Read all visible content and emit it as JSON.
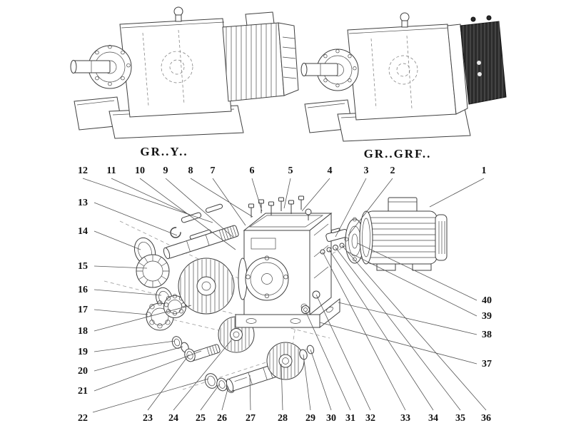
{
  "figures": {
    "left_label": "GR..Y..",
    "right_label": "GR..GRF.."
  },
  "callouts": {
    "top": [
      "12",
      "11",
      "10",
      "9",
      "8",
      "7",
      "6",
      "5",
      "4",
      "3",
      "2",
      "1"
    ],
    "left": [
      "13",
      "14",
      "15",
      "16",
      "17",
      "18",
      "19",
      "20",
      "21",
      "22"
    ],
    "right": [
      "40",
      "39",
      "38",
      "37"
    ],
    "bottom": [
      "23",
      "24",
      "25",
      "26",
      "27",
      "28",
      "29",
      "30",
      "31",
      "32",
      "33",
      "34",
      "35",
      "36"
    ]
  },
  "colors": {
    "line": "#3f3f3f",
    "dark_block": "#2b2b2b",
    "background": "#ffffff"
  }
}
